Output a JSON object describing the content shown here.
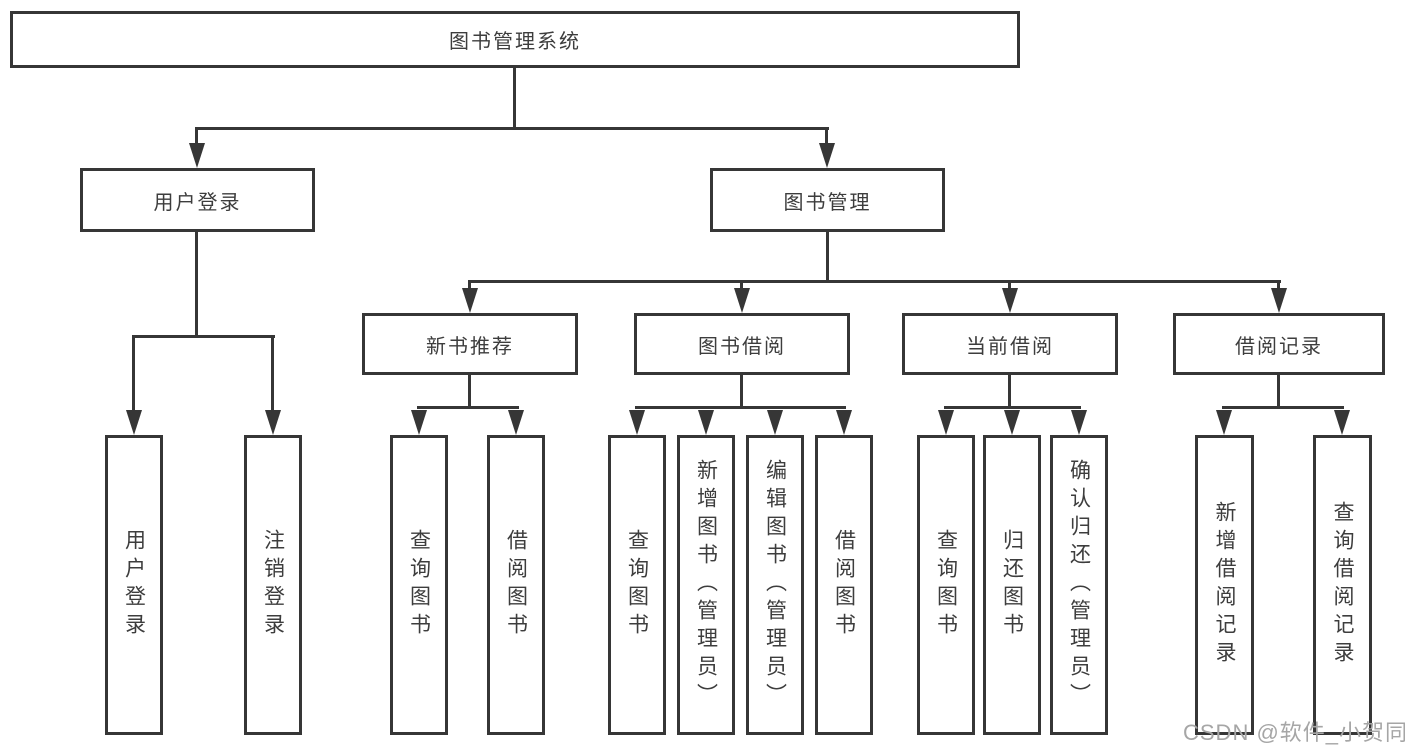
{
  "colors": {
    "line": "#363636",
    "text": "#3d3d3d",
    "bg": "#ffffff",
    "wm": "#a6a6a6"
  },
  "watermark": {
    "text": "CSDN @软件_小贺同学"
  },
  "tree": {
    "label": "图书管理系统",
    "children": [
      {
        "label": "用户登录",
        "children": [
          {
            "label": "用户登录"
          },
          {
            "label": "注销登录"
          }
        ]
      },
      {
        "label": "图书管理",
        "children": [
          {
            "label": "新书推荐",
            "children": [
              {
                "label": "查询图书"
              },
              {
                "label": "借阅图书"
              }
            ]
          },
          {
            "label": "图书借阅",
            "children": [
              {
                "label": "查询图书"
              },
              {
                "label": "新增图书（管理员）"
              },
              {
                "label": "编辑图书（管理员）"
              },
              {
                "label": "借阅图书"
              }
            ]
          },
          {
            "label": "当前借阅",
            "children": [
              {
                "label": "查询图书"
              },
              {
                "label": "归还图书"
              },
              {
                "label": "确认归还（管理员）"
              }
            ]
          },
          {
            "label": "借阅记录",
            "children": [
              {
                "label": "新增借阅记录"
              },
              {
                "label": "查询借阅记录"
              }
            ]
          }
        ]
      }
    ]
  }
}
